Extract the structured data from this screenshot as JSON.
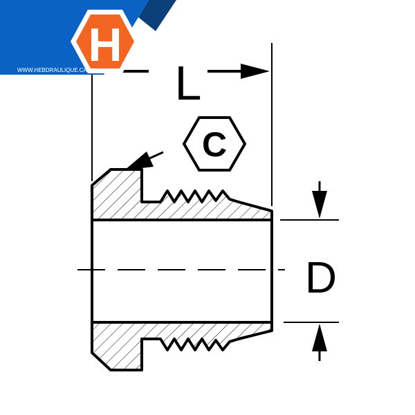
{
  "logo": {
    "letter": "H",
    "url": "WWW.HEBDRAULIQUE.CA",
    "colors": {
      "blue": "#0a63c4",
      "dark_blue": "#0b3f7a",
      "orange": "#f26522"
    }
  },
  "diagram": {
    "length_label": "L",
    "hex_label": "C",
    "diameter_label": "D"
  }
}
